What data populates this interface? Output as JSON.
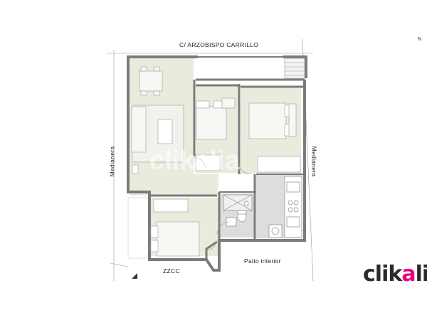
{
  "labels": {
    "street": "C/ ARZOBISPO CARRILLO",
    "left_wall": "Medianera",
    "right_wall": "Medianera",
    "common_area": "ZZCC",
    "patio": "Patio interior",
    "north": "N"
  },
  "brand": {
    "name_prefix": "clik",
    "name_accent": "a",
    "name_suffix": "lia",
    "accent_color": "#e5007e"
  },
  "colors": {
    "floor_living": "#e9ebdc",
    "floor_wet": "#dcdddc",
    "wall": "#7b7b7b"
  }
}
